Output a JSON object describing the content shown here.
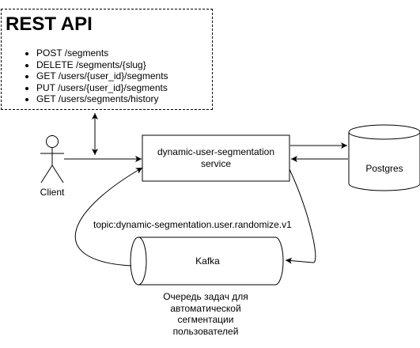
{
  "api_note": {
    "title": "REST API",
    "endpoints": [
      "POST /segments",
      "DELETE /segments/{slug}",
      "GET /users/{user_id}/segments",
      "PUT /users/{user_id}/segments",
      "GET /users/segments/history"
    ]
  },
  "client": {
    "label": "Client"
  },
  "service": {
    "line1": "dynamic-user-segmentation",
    "line2": "service"
  },
  "database": {
    "label": "Postgres"
  },
  "kafka": {
    "label": "Kafka",
    "topic": "topic:dynamic-segmentation.user.randomize.v1",
    "description_lines": [
      "Очередь задач для",
      "автоматической",
      "сегментации",
      "пользователей"
    ]
  }
}
